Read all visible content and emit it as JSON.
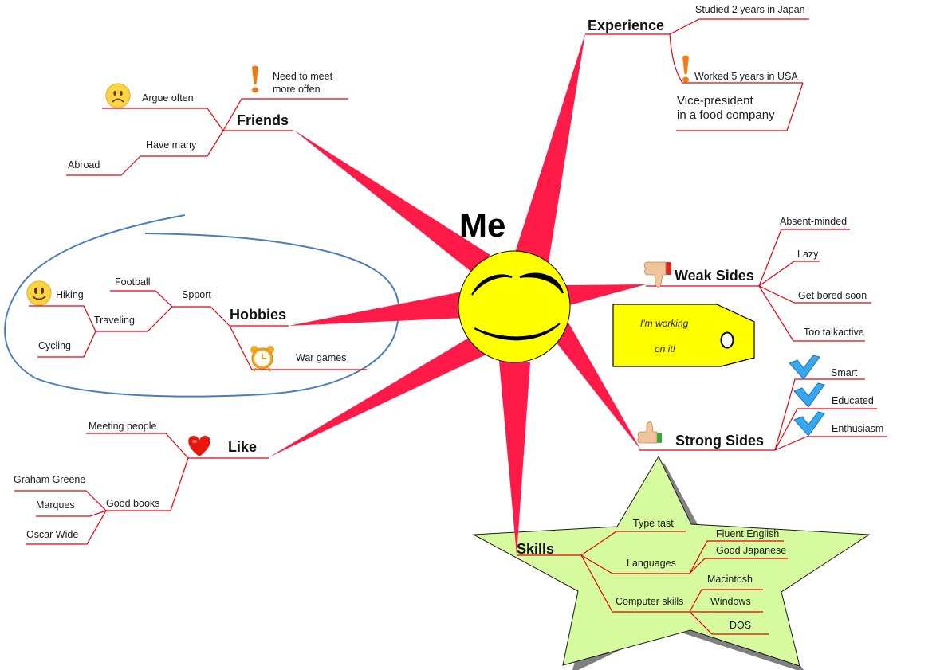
{
  "central_topic": {
    "label": "Me",
    "icon": "smiley-face-icon"
  },
  "branches": {
    "experience": {
      "label": "Experience",
      "children": [
        {
          "label": "Studied 2 years in Japan"
        },
        {
          "label": "Worked 5 years in USA",
          "icon": "exclamation-icon",
          "children": [
            {
              "label": "Vice-president\nin a food company"
            }
          ]
        }
      ]
    },
    "friends": {
      "label": "Friends",
      "children": [
        {
          "label": "Need to meet\nmore  offen",
          "icon": "exclamation-icon"
        },
        {
          "label": "Argue often",
          "icon": "sad-face-icon"
        },
        {
          "label": "Have many",
          "children": [
            {
              "label": "Abroad"
            }
          ]
        }
      ]
    },
    "hobbies": {
      "label": "Hobbies",
      "children": [
        {
          "label": "Spport",
          "children": [
            {
              "label": "Football"
            },
            {
              "label": "Traveling",
              "children": [
                {
                  "label": "Hiking",
                  "icon": "happy-face-icon"
                },
                {
                  "label": "Cycling"
                }
              ]
            }
          ]
        },
        {
          "label": "War games",
          "icon": "alarm-clock-icon"
        }
      ]
    },
    "like": {
      "label": "Like",
      "icon": "heart-icon",
      "children": [
        {
          "label": "Meeting people"
        },
        {
          "label": "Good books",
          "children": [
            {
              "label": "Graham Greene"
            },
            {
              "label": "Marques"
            },
            {
              "label": "Oscar Wide"
            }
          ]
        }
      ]
    },
    "weak_sides": {
      "label": "Weak Sides",
      "icon": "thumbs-down-icon",
      "children": [
        {
          "label": "Absent-minded"
        },
        {
          "label": "Lazy"
        },
        {
          "label": "Get bored soon"
        },
        {
          "label": "Too talkactive"
        }
      ]
    },
    "strong_sides": {
      "label": "Strong Sides",
      "icon": "thumbs-up-icon",
      "children": [
        {
          "label": "Smart",
          "icon": "checkmark-icon"
        },
        {
          "label": "Educated",
          "icon": "checkmark-icon"
        },
        {
          "label": "Enthusiasm",
          "icon": "checkmark-icon"
        }
      ]
    },
    "skills": {
      "label": "Skills",
      "children": [
        {
          "label": "Type tast"
        },
        {
          "label": "Languages",
          "children": [
            {
              "label": "Fluent English"
            },
            {
              "label": "Good Japanese"
            }
          ]
        },
        {
          "label": "Computer skills",
          "children": [
            {
              "label": "Macintosh"
            },
            {
              "label": "Windows"
            },
            {
              "label": "DOS"
            }
          ]
        }
      ]
    }
  },
  "tag_note": {
    "line1": "I'm working",
    "line2": "on it!"
  },
  "colors": {
    "spoke": "#ff1a47",
    "connector": "#e8000b",
    "face": "#ffff00",
    "tag": "#ffff00",
    "star": "#d6fb9f",
    "star_shadow": "#808080",
    "boundary": "#4a7ebb"
  }
}
